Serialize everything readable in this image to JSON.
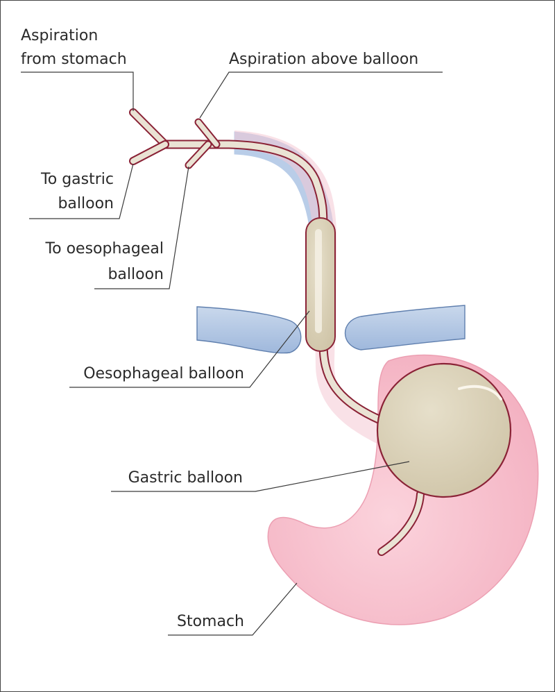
{
  "labels": {
    "aspiration_from_stomach_line1": "Aspiration",
    "aspiration_from_stomach_line2": "from stomach",
    "aspiration_above_balloon": "Aspiration above balloon",
    "to_gastric_balloon_line1": "To gastric",
    "to_gastric_balloon_line2": "balloon",
    "to_oesophageal_balloon_line1": "To oesophageal",
    "to_oesophageal_balloon_line2": "balloon",
    "oesophageal_balloon": "Oesophageal balloon",
    "gastric_balloon": "Gastric balloon",
    "stomach": "Stomach"
  },
  "colors": {
    "stomach_fill": "#f7bfcb",
    "stomach_outline": "#e896aa",
    "oesophagus_pink": "#f3c4d0",
    "diaphragm_blue": "#b7cce6",
    "diaphragm_outline": "#5f7fae",
    "tube_fill": "#eae3d4",
    "tube_outline": "#8a2236",
    "balloon_fill": "#d8cfb6",
    "balloon_outline": "#8a2236"
  }
}
